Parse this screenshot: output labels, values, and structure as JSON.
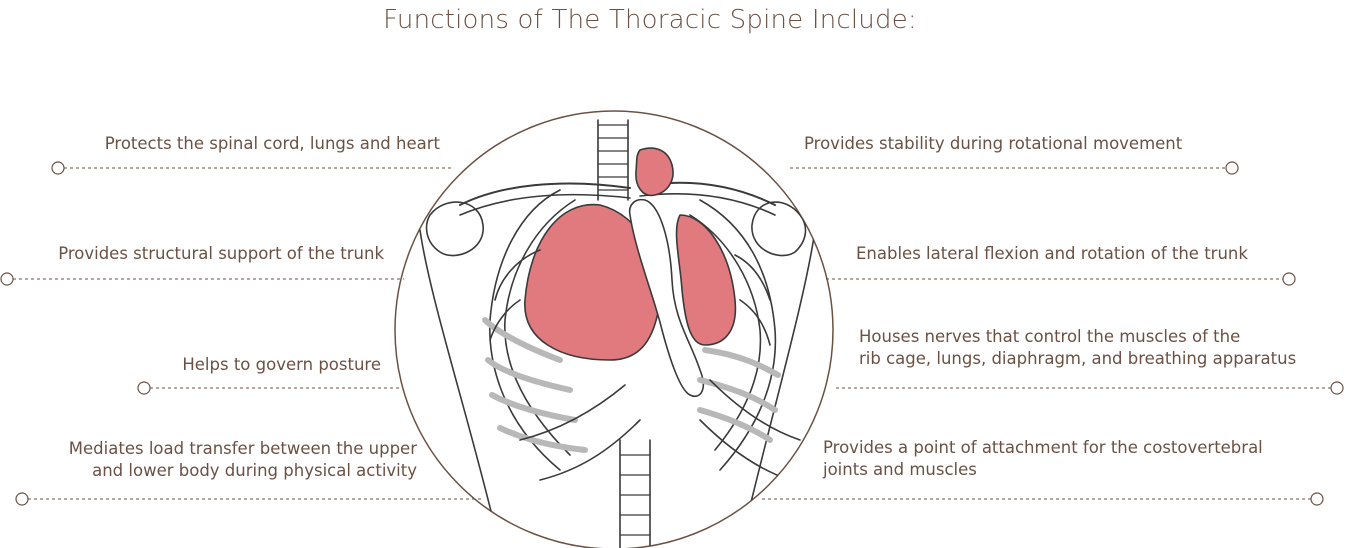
{
  "title": "Functions of The Thoracic Spine Include:",
  "colors": {
    "text": "#6b5144",
    "connector": "#6b5144",
    "organ": "#e07a7f",
    "rib_shadow": "#b8b8b8",
    "outline": "#3a3a3a"
  },
  "left_labels": [
    {
      "text": "Protects the spinal cord, lungs and heart"
    },
    {
      "text": "Provides structural support of the trunk"
    },
    {
      "text": "Helps to govern posture"
    },
    {
      "text": "Mediates load transfer between the upper\nand lower body during physical activity"
    }
  ],
  "right_labels": [
    {
      "text": "Provides stability during rotational movement"
    },
    {
      "text": "Enables lateral flexion and rotation of the trunk"
    },
    {
      "text": "Houses nerves that control the muscles of the\nrib cage, lungs, diaphragm, and breathing apparatus"
    },
    {
      "text": "Provides a point of attachment for the costovertebral\njoints and muscles"
    }
  ],
  "illustration": {
    "icon": "rib-cage-icon"
  }
}
